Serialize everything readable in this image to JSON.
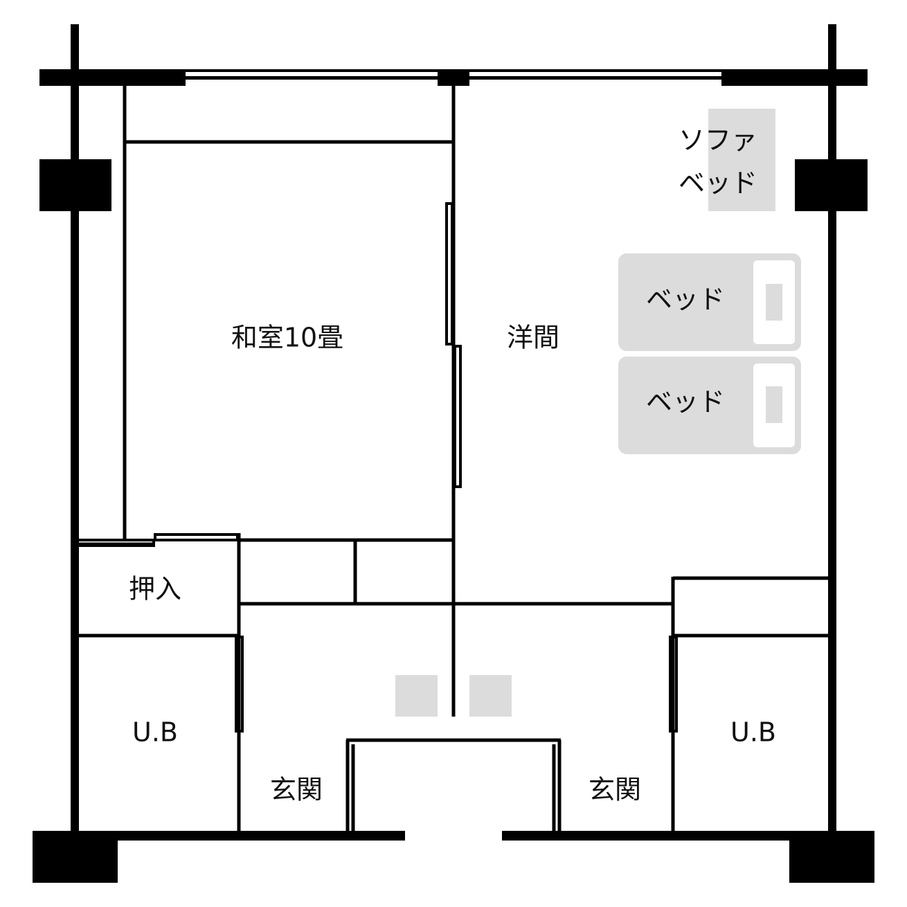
{
  "rooms": {
    "washitsu": "和室10畳",
    "yoma": "洋間",
    "oshiire": "押入",
    "ub_left": "U.B",
    "ub_right": "U.B",
    "genkan_left": "玄関",
    "genkan_right": "玄関"
  },
  "furniture": {
    "sofa_bed_line1": "ソファ",
    "sofa_bed_line2": "ベッド",
    "bed1": "ベッド",
    "bed2": "ベッド"
  },
  "colors": {
    "wall": "#000000",
    "furniture": "#dcdcdc"
  }
}
